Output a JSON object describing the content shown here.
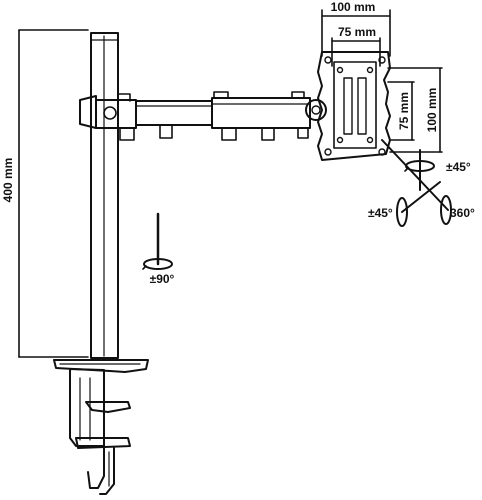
{
  "diagram": {
    "ink_color": "#111111",
    "background": "#ffffff",
    "labels": {
      "height_400": "400 mm",
      "vesa_100_top": "100 mm",
      "vesa_75_top": "75 mm",
      "vesa_75_side": "75 mm",
      "vesa_100_side": "100 mm",
      "tilt_45": "±45°",
      "swivel_45": "±45°",
      "rotate_360": "360°",
      "arm_90": "±90°"
    }
  }
}
